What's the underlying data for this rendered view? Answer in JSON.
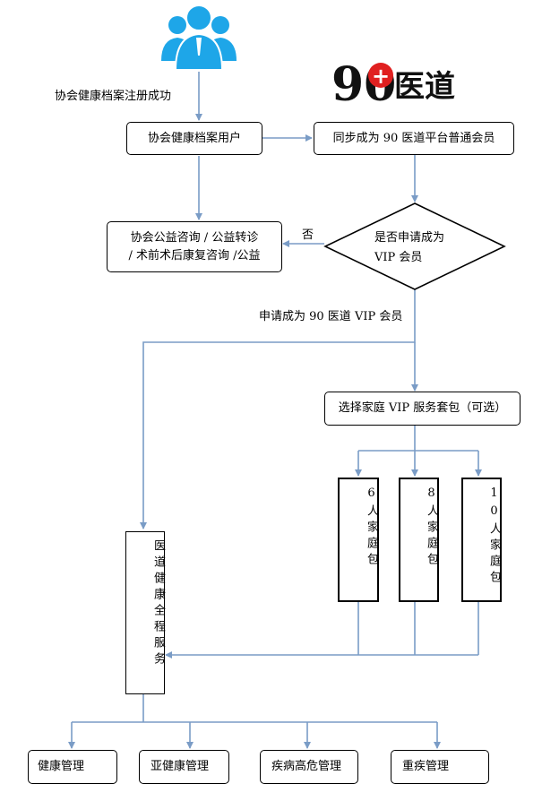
{
  "logo": {
    "number": "90",
    "plus": "+",
    "text": "医道"
  },
  "labels": {
    "register_success": "协会健康档案注册成功",
    "no": "否",
    "apply_vip": "申请成为 90 医道 VIP 会员"
  },
  "nodes": {
    "archive_user": "协会健康档案用户",
    "sync_member": "同步成为 90 医道平台普通会员",
    "public_service_line1": "协会公益咨询 / 公益转诊",
    "public_service_line2": "/ 术前术后康复咨询 /公益",
    "decision_line1": "是否申请成为",
    "decision_line2": "VIP 会员",
    "choose_package": "选择家庭 VIP 服务套包（可选）",
    "package_6": "6人家庭包",
    "package_8": "8人家庭包",
    "package_10": "10人家庭包",
    "full_service": "医道健康全程服务",
    "health_mgmt": "健康管理",
    "subhealth_mgmt": "亚健康管理",
    "disease_risk_mgmt": "疾病高危管理",
    "serious_disease_mgmt": "重疾管理"
  },
  "colors": {
    "connector": "#7a9cc6",
    "icon": "#1ea6e8",
    "logo_red": "#e02020"
  }
}
